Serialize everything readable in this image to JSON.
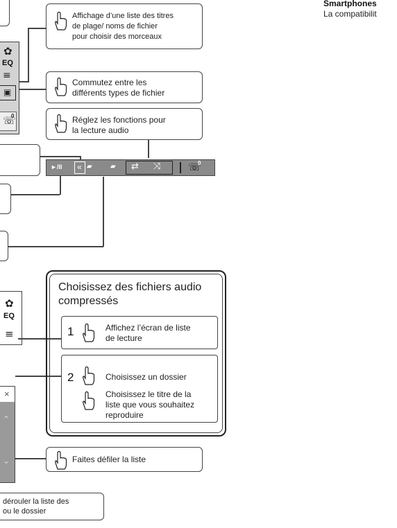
{
  "header": {
    "title": "Smartphones",
    "intro": "La compatibilit"
  },
  "callouts": {
    "track_list": {
      "line1": "Affichage d’une liste des titres",
      "line2": "de plage/ noms de fichier",
      "line3": "pour choisir des morceaux"
    },
    "file_type": {
      "line1": "Commutez entre les",
      "line2": "différents types de fichier"
    },
    "audio_settings": {
      "line1": "Réglez les fonctions pour",
      "line2": "la lecture audio"
    },
    "scroll": {
      "text": "Faites défiler la liste"
    },
    "bottom": {
      "line1": "dérouler la liste des",
      "line2": "ou le dossier"
    }
  },
  "compressed_box": {
    "title_line1": "Choisissez des fichiers audio",
    "title_line2": "compressés",
    "step1": {
      "number": "1",
      "line1": "Affichez l’écran de liste",
      "line2": "de lecture"
    },
    "step2": {
      "number": "2",
      "text_a": "Choisissez un dossier",
      "text_b_line1": "Choisissez le titre de la",
      "text_b_line2": "liste que vous souhaitez",
      "text_b_line3": "reproduire"
    }
  },
  "ui": {
    "eq_label": "EQ",
    "eq_label_2": "EQ",
    "phone_badge": "0",
    "play_pause": "►/II",
    "rewind": "«",
    "close": "×"
  },
  "icons": [
    "gear-icon",
    "list-icon",
    "file-type-icon",
    "phone-icon",
    "repeat-icon",
    "shuffle-icon",
    "folder-icon",
    "hand-icon",
    "chevron-up-icon",
    "chevron-down-icon"
  ]
}
